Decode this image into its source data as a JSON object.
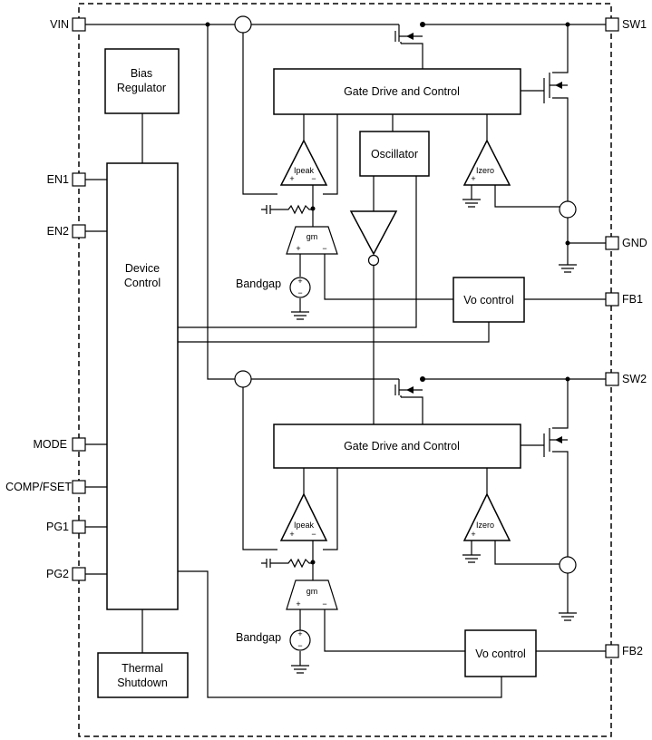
{
  "pins": {
    "vin": "VIN",
    "en1": "EN1",
    "en2": "EN2",
    "mode": "MODE",
    "comp_fset": "COMP/FSET",
    "pg1": "PG1",
    "pg2": "PG2",
    "sw1": "SW1",
    "gnd": "GND",
    "fb1": "FB1",
    "sw2": "SW2",
    "fb2": "FB2"
  },
  "blocks": {
    "bias_line1": "Bias",
    "bias_line2": "Regulator",
    "device_line1": "Device",
    "device_line2": "Control",
    "thermal_line1": "Thermal",
    "thermal_line2": "Shutdown",
    "gate_drive_1": "Gate Drive and Control",
    "gate_drive_2": "Gate Drive and Control",
    "oscillator": "Oscillator",
    "vo_control_1": "Vo control",
    "vo_control_2": "Vo control"
  },
  "labels": {
    "bandgap_1": "Bandgap",
    "bandgap_2": "Bandgap",
    "ipeak_1": "Ipeak",
    "ipeak_2": "Ipeak",
    "izero_1": "Izero",
    "izero_2": "Izero",
    "gm_1": "gm",
    "gm_2": "gm",
    "plus": "+",
    "minus": "−"
  }
}
